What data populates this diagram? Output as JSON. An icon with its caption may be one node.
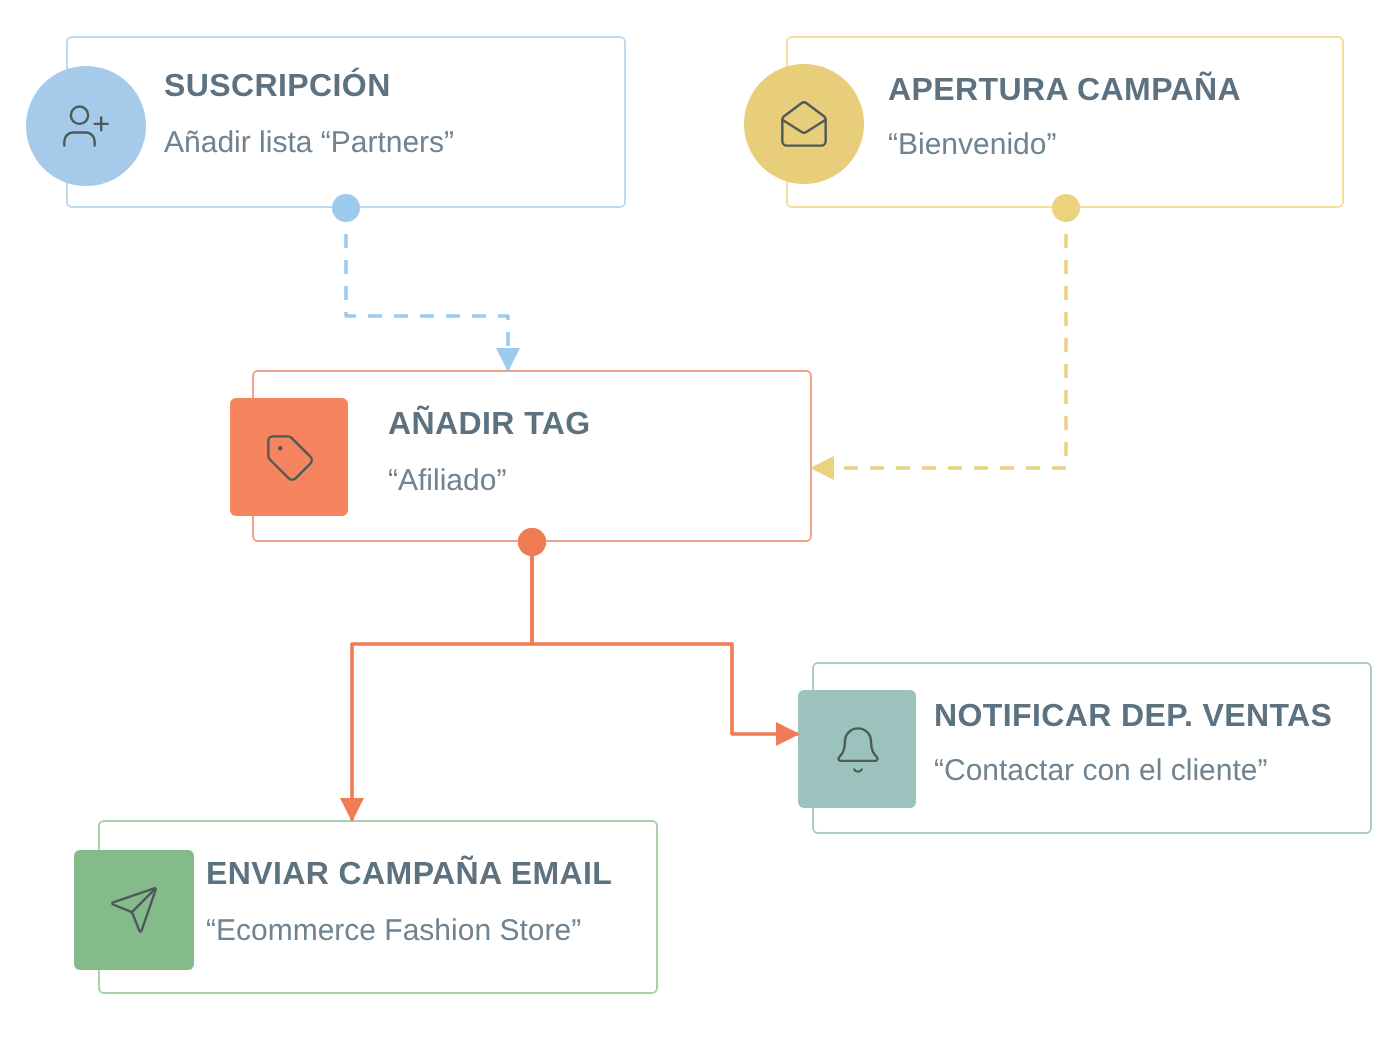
{
  "diagram": {
    "nodes": [
      {
        "text": [
          "SUSCRIPCIÓN",
          "Añadir lista “Partners”"
        ]
      },
      {
        "text": [
          "APERTURA CAMPAÑA",
          "“Bienvenido”"
        ]
      },
      {
        "text": [
          "AÑADIR TAG",
          "“Afiliado”"
        ]
      },
      {
        "text": [
          "NOTIFICAR DEP. VENTAS",
          "“Contactar con el cliente”"
        ]
      },
      {
        "text": [
          "ENVIAR CAMPAÑA EMAIL",
          "“Ecommerce Fashion Store”"
        ]
      }
    ],
    "edges": [
      {
        "from": 0,
        "to": 2,
        "arrow": "to",
        "style": "dashed",
        "color": "#9ccbee"
      },
      {
        "from": 1,
        "to": 2,
        "arrow": "to",
        "style": "dashed",
        "color": "#ecd17e"
      },
      {
        "from": 2,
        "to": 4,
        "arrow": "to",
        "color": "#f07c55"
      },
      {
        "from": 2,
        "to": 3,
        "arrow": "to",
        "color": "#f07c55"
      }
    ]
  }
}
